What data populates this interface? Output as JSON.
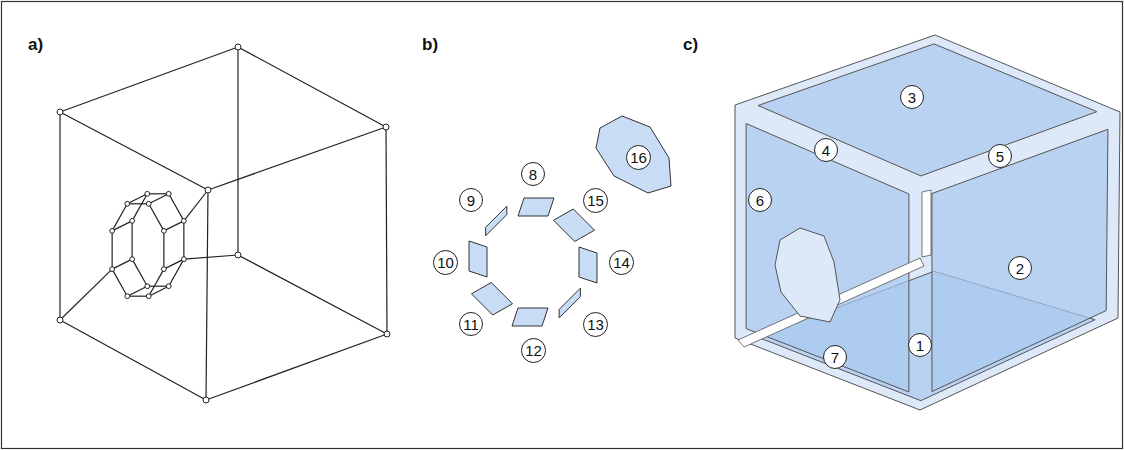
{
  "diagram": {
    "labels": [
      "a)",
      "b)",
      "c)",
      "1",
      "2",
      "3",
      "4",
      "5",
      "6",
      "7",
      "8",
      "9",
      "10",
      "11",
      "12",
      "13",
      "14",
      "15",
      "16"
    ]
  }
}
